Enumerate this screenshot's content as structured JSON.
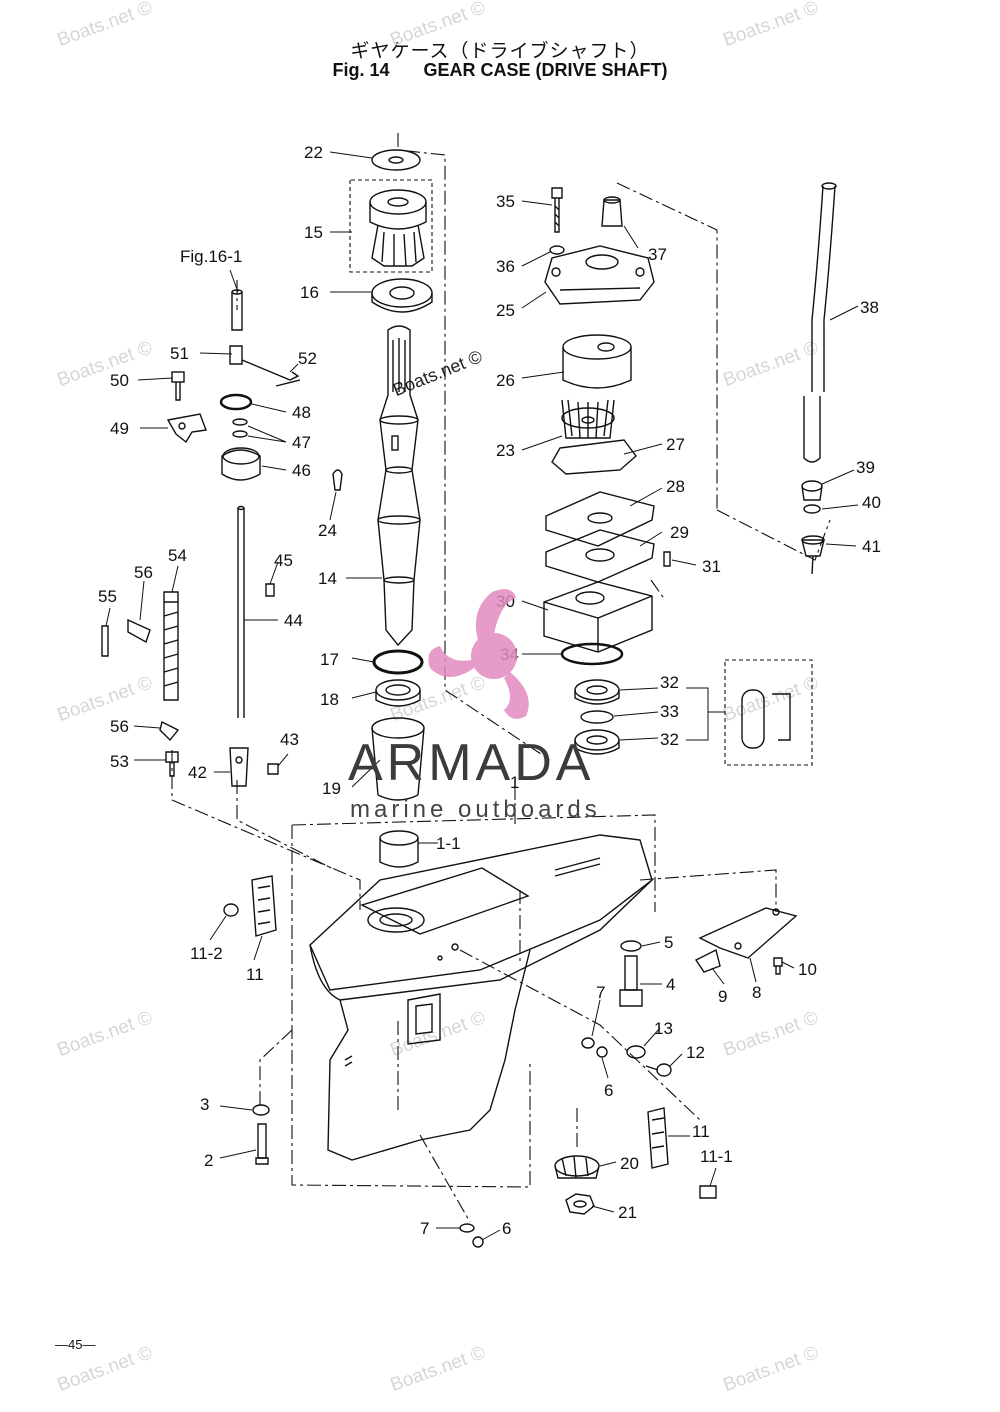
{
  "header": {
    "title_jp": "ギヤケース（ドライブシャフト）",
    "fig_label": "Fig. 14",
    "title_en": "GEAR CASE (DRIVE SHAFT)"
  },
  "cross_reference": "Fig.16-1",
  "watermark_text": "Boats.net ©",
  "brand": {
    "name": "ARMADA",
    "tagline": "marine outboards",
    "accent_color": "#e28ac0"
  },
  "page_number": "—45—",
  "callouts": [
    "22",
    "15",
    "16",
    "14",
    "24",
    "17",
    "18",
    "19",
    "1",
    "1-1",
    "51",
    "52",
    "50",
    "48",
    "49",
    "47",
    "46",
    "45",
    "44",
    "54",
    "56",
    "55",
    "53",
    "42",
    "43",
    "35",
    "36",
    "37",
    "25",
    "26",
    "23",
    "27",
    "28",
    "29",
    "31",
    "30",
    "34",
    "32",
    "33",
    "38",
    "39",
    "40",
    "41",
    "11-2",
    "11",
    "5",
    "4",
    "9",
    "8",
    "10",
    "7",
    "13",
    "12",
    "6",
    "3",
    "2",
    "20",
    "11-1",
    "21"
  ]
}
